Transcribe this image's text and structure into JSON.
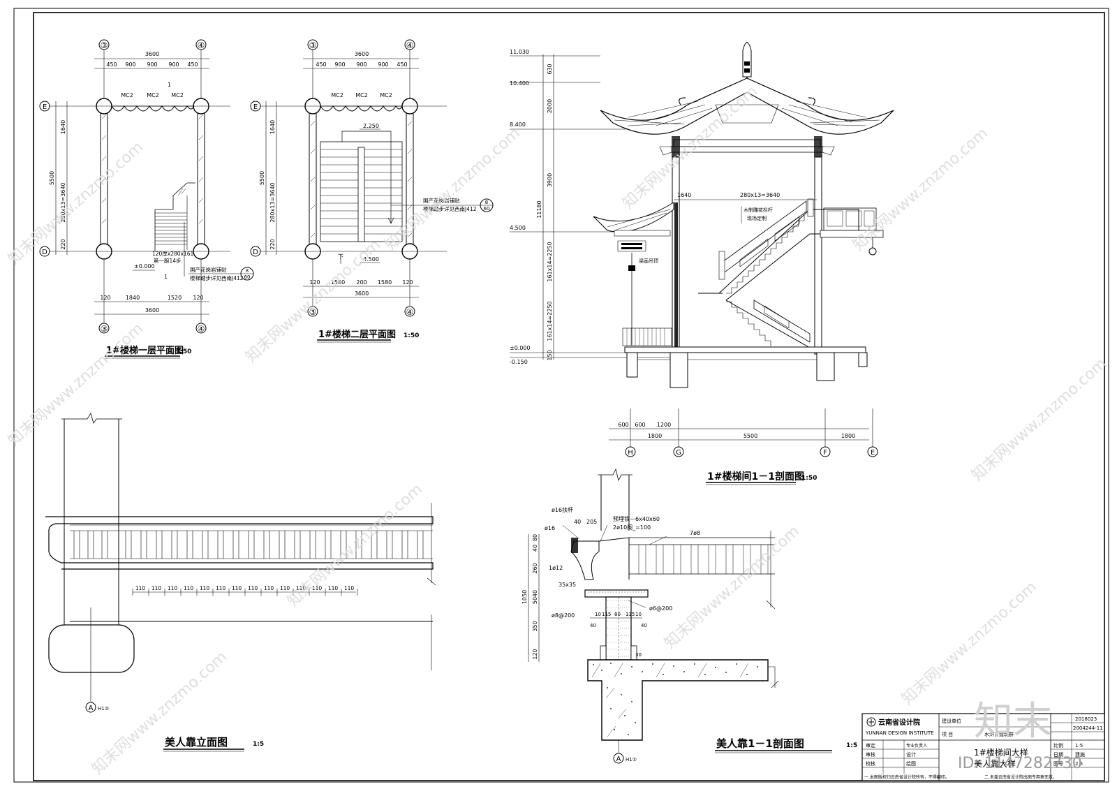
{
  "plan1": {
    "title": "1#楼梯一层平面图",
    "scale": "1:50",
    "grid_left": "③",
    "grid_right": "④",
    "grid_top": "E",
    "grid_bottom": "D",
    "dim_overall": "3600",
    "dims_top": [
      "450",
      "900",
      "900",
      "900",
      "450"
    ],
    "door_tags": [
      "MC2",
      "MC2",
      "MC2"
    ],
    "dims_side": [
      "1640",
      "280x13=3640",
      "220"
    ],
    "dim_side_total": "5500",
    "dims_bottom": [
      "120",
      "1840",
      "1520",
      "120"
    ],
    "level": "±0.000",
    "stair_note1": "120厚x280x161",
    "stair_note2": "第一跑14步",
    "ref_note1": "国产花岗岩铺贴",
    "ref_note2": "楼梯踏步详见西南J412",
    "ref_num_top": "8",
    "ref_num_bottom": "60",
    "section_mark": "1",
    "door_mark": "1"
  },
  "plan2": {
    "title": "1#楼梯二层平面图",
    "scale": "1:50",
    "grid_left": "③",
    "grid_right": "④",
    "grid_top": "E",
    "grid_bottom": "D",
    "dim_overall": "3600",
    "dims_top": [
      "450",
      "900",
      "900",
      "900",
      "450"
    ],
    "door_tags": [
      "MC2",
      "MC2",
      "MC2"
    ],
    "dims_side": [
      "1640",
      "280x13=3640",
      "220"
    ],
    "dim_side_total": "5500",
    "dims_bottom": [
      "120",
      "1580",
      "200",
      "1580",
      "120"
    ],
    "level_top": "2.250",
    "level_bottom": "4.500",
    "down_mark": "下",
    "ref_note1": "国产花岗岩铺贴",
    "ref_note2": "楼梯踏步详见西南J412",
    "ref_num_top": "8",
    "ref_num_bottom": "60"
  },
  "section": {
    "title": "1#楼梯间1－1剖面图",
    "scale": "1:50",
    "levels": [
      "11.030",
      "10.400",
      "8.400",
      "4.500",
      "±0.000",
      "-0.150"
    ],
    "dims_vertical": [
      "630",
      "2000",
      "3900",
      "161x14=2250",
      "161x14=2250",
      "150"
    ],
    "dim_total": "11180",
    "stair_dim": "280x13=3640",
    "stair_dim_left": "1640",
    "note_rail1": "木制雕花栏杆",
    "note_rail2": "现场定制",
    "note_beam": "梁画吊顶",
    "dims_bottom": [
      "600",
      "600",
      "1200",
      "1800",
      "5500",
      "1800"
    ],
    "axes": [
      "H",
      "G",
      "F",
      "E"
    ]
  },
  "elevation": {
    "title": "美人靠立面图",
    "scale": "1:5",
    "dims_spacing": [
      "110",
      "110",
      "110",
      "110",
      "110",
      "110",
      "110",
      "110",
      "110",
      "110",
      "110",
      "110",
      "110",
      "110"
    ],
    "axis_ref": "A",
    "axis_ref_sub": "H1②"
  },
  "detail": {
    "title": "美人靠1－1剖面图",
    "scale": "1:5",
    "notes": [
      "ø16扶杆",
      "ø16",
      "40",
      "205",
      "预埋铁－6x40x60",
      "2ø10阁_=100",
      "7ø8",
      "1ø12",
      "35x35",
      "ø8@200",
      "ø6@200"
    ],
    "dims_vertical": [
      "80",
      "40",
      "260",
      "40",
      "50",
      "350",
      "120"
    ],
    "dim_total": "1050",
    "dims_small": [
      "10",
      "115",
      "80",
      "115",
      "10",
      "40",
      "40",
      "30"
    ],
    "axis_ref": "A",
    "axis_ref_sub": "H1②"
  },
  "titleblock": {
    "company_cn": "云南省设计院",
    "company_en": "YUNNAN DESIGN INSTITUTE",
    "unit_label": "建设单位",
    "project_label": "项  目",
    "project_value": "水浒古建筑群",
    "sheet_title1": "1#楼梯间大样",
    "sheet_title2": "美人靠大样",
    "role_rows": [
      [
        "审定",
        "专业负责人"
      ],
      [
        "审核",
        "设计"
      ],
      [
        "校核",
        "绘图"
      ]
    ],
    "right_rows": [
      [
        "",
        "2018023"
      ],
      [
        "",
        "2004244-11"
      ],
      [
        "比例",
        "1:5"
      ],
      [
        "日期",
        "建施"
      ],
      [
        "图号",
        "2.5"
      ]
    ],
    "note1": "一.本图版权归云南省设计院所有，不得翻印。",
    "note2": "二.未盖云南省设计院出图专用章无效。"
  },
  "watermark": {
    "text": "知末网www.znzmo.com",
    "logo": "知末",
    "id": "ID: 1147282730"
  }
}
